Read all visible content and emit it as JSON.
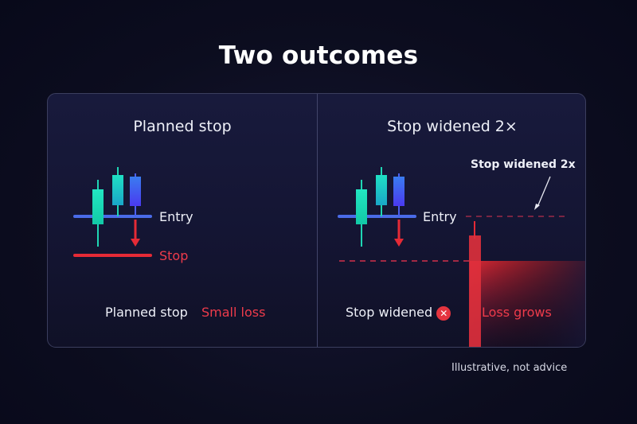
{
  "title": "Two outcomes",
  "panels": [
    {
      "heading": "Planned stop",
      "entry_label": "Entry",
      "stop_label": "Stop",
      "caption_left": "Planned stop",
      "caption_right": "Small loss"
    },
    {
      "heading": "Stop widened 2×",
      "annotation": "Stop widened 2x",
      "entry_label": "Entry",
      "caption_left": "Stop widened",
      "caption_icon": "x-circle-icon",
      "caption_icon_glyph": "✕",
      "caption_right": "Loss grows"
    }
  ],
  "footnote": "Illustrative, not advice",
  "colors": {
    "background": "#0c0d1f",
    "panel": "#161838",
    "entry_line": "#4a62e8",
    "stop_red": "#e52a36",
    "loss_text": "#ee3b4b",
    "candle_teal": "#1de0b8",
    "candle_blue": "#3b4cf0"
  }
}
